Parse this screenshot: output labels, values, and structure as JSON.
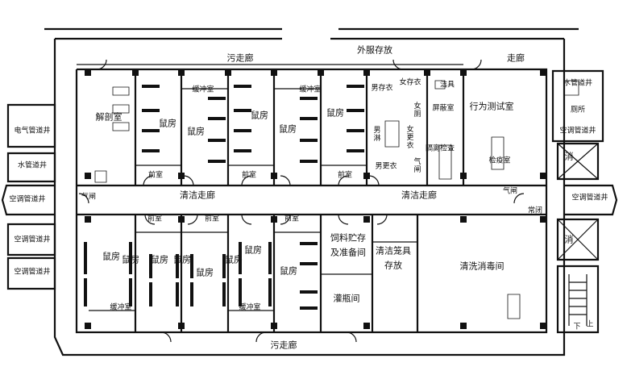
{
  "rooms": {
    "dirty_corridor_top": "污走廊",
    "outer_clothes_storage": "外服存放",
    "corridor": "走廊",
    "dissection_room": "解剖室",
    "buffer_room_1": "缓冲室",
    "buffer_room_2": "缓冲室",
    "buffer_room_3": "缓冲室",
    "buffer_room_4": "缓冲室",
    "mouse_room_1": "鼠房",
    "mouse_room_2": "鼠房",
    "mouse_room_3": "鼠房",
    "mouse_room_4": "鼠房",
    "mouse_room_5": "鼠房",
    "mouse_room_6": "鼠房",
    "mouse_room_7": "鼠房",
    "mouse_room_8": "鼠房",
    "mouse_room_9": "鼠房",
    "mouse_room_10": "鼠房",
    "mouse_room_11": "鼠房",
    "mouse_room_12": "鼠房",
    "mouse_room_13": "鼠房",
    "anteroom_1": "前室",
    "anteroom_2": "前室",
    "anteroom_3": "前室",
    "anteroom_4": "前室",
    "anteroom_5": "前室",
    "anteroom_6": "前室",
    "male_storage": "男存衣",
    "female_storage": "女存衣",
    "female_wc": "女厕",
    "male_shower": "男淋",
    "female_change": "女更衣",
    "male_change": "男更衣",
    "air_lock_1": "气闸",
    "air_lock_2": "气闸",
    "air_lock_3": "气闸",
    "clean_dress": "洁具",
    "shield_room": "屏蔽室",
    "behavior_test": "行为测试室",
    "quarantine": "隔离检查",
    "inspection_room": "检疫室",
    "water_pipe_well_1": "水管道井",
    "toilet": "厕所",
    "ac_pipe_well_1": "空调管道井",
    "fire_elevator_1": "消",
    "ac_pipe_well_2": "空调管道井",
    "fire_elevator_2": "消",
    "up": "上",
    "down": "下",
    "electric_pipe_well": "电气管道井",
    "water_pipe_well_2": "水管道井",
    "ac_pipe_well_3": "空调管道井",
    "ac_pipe_well_4": "空调管道井",
    "ac_pipe_well_5": "空调管道井",
    "clean_corridor_left": "清洁走廊",
    "clean_corridor_right": "清洁走廊",
    "normally_closed": "常闭",
    "feed_storage": "饲料贮存及准备间",
    "clean_cage_storage": "清洁笼具存放",
    "washing_disinfection": "清洗消毒间",
    "autoclave": "灌瓶间",
    "dirty_corridor_bottom": "污走廊"
  }
}
